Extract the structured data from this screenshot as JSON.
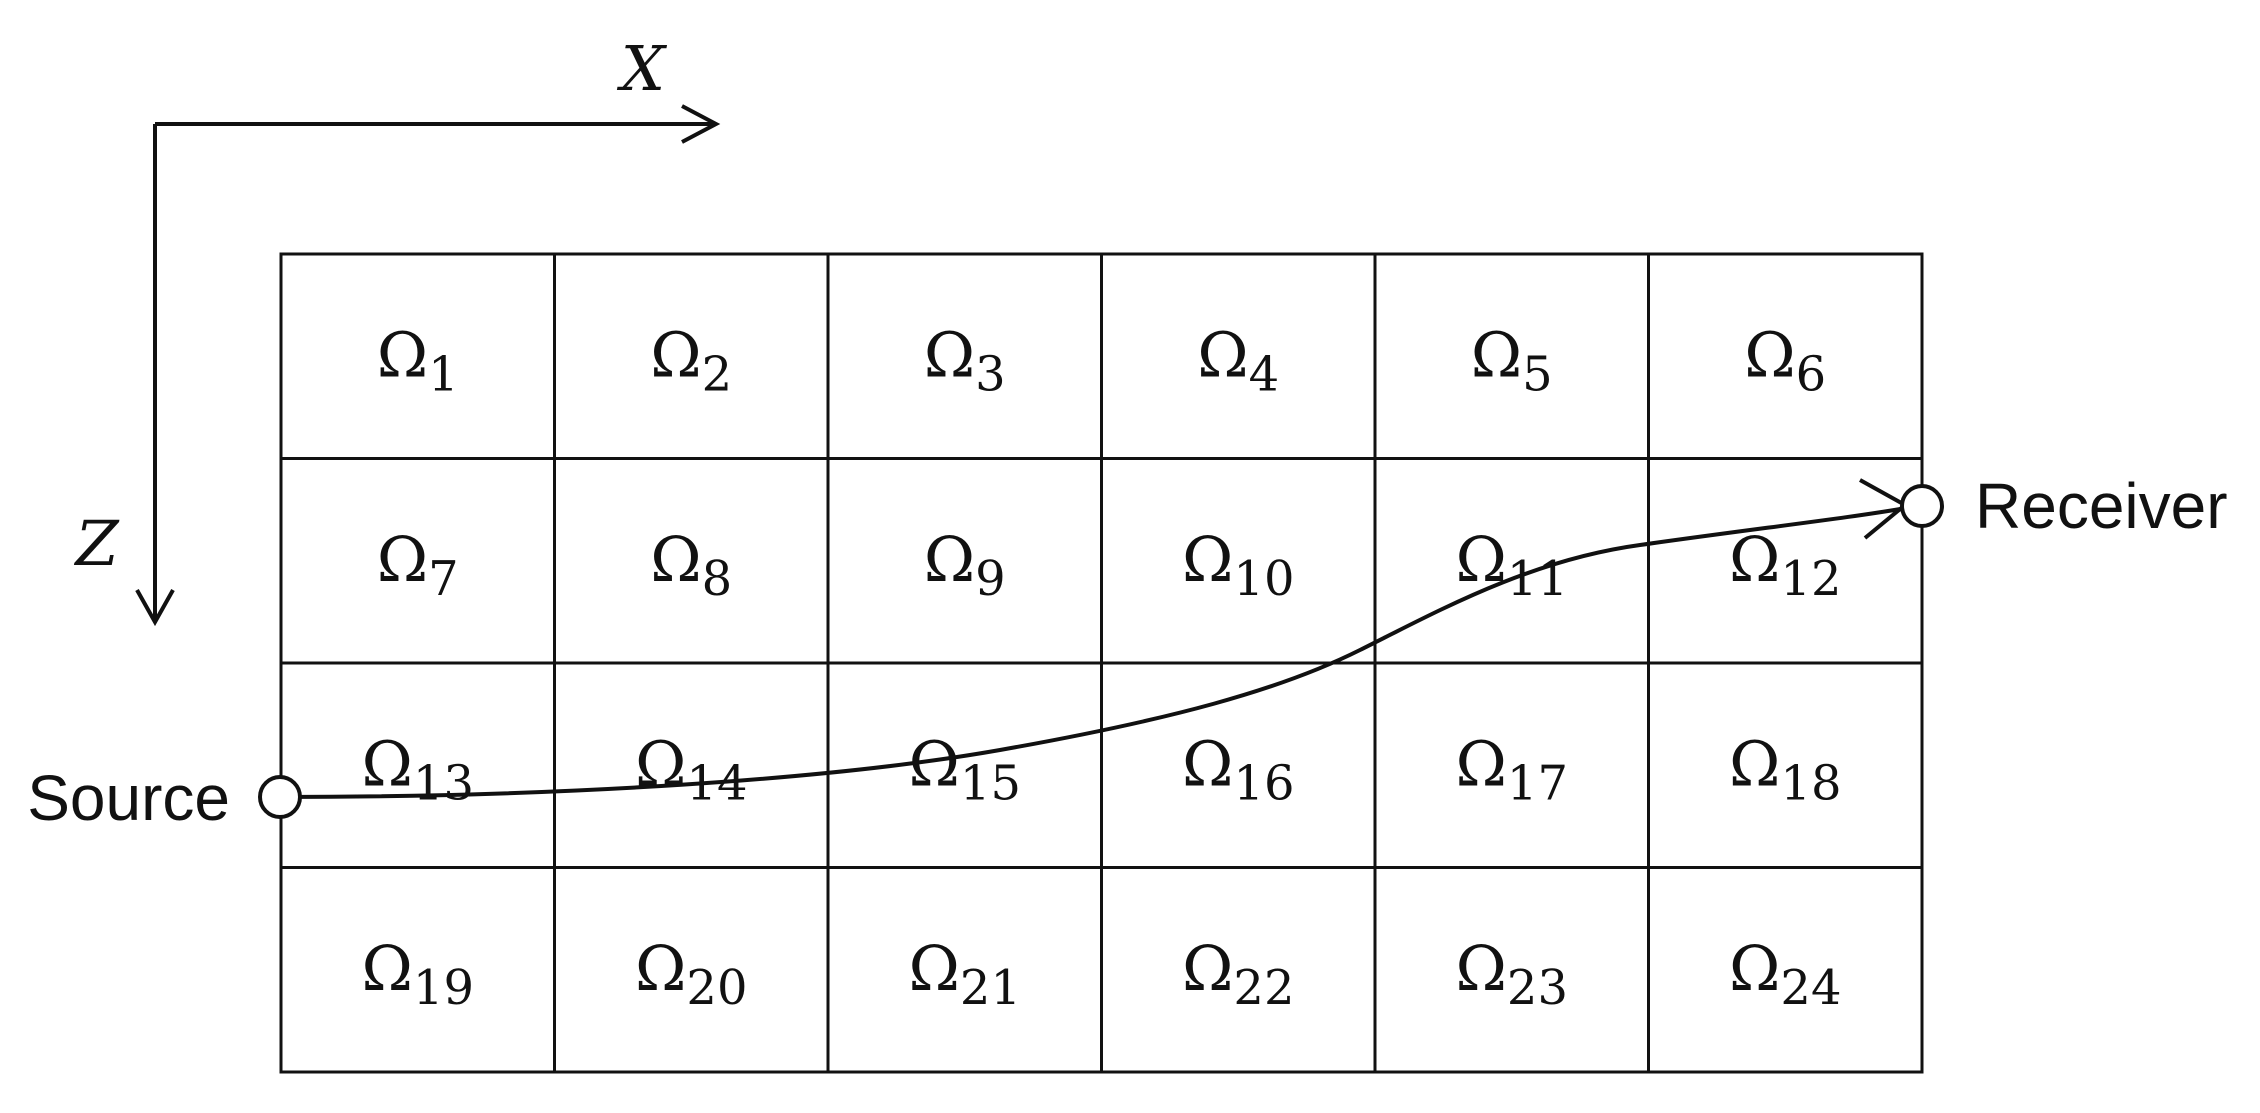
{
  "axes": {
    "x_label": "X",
    "z_label": "Z"
  },
  "grid": {
    "rows": 4,
    "cols": 6,
    "symbol": "Ω",
    "cells": [
      "1",
      "2",
      "3",
      "4",
      "5",
      "6",
      "7",
      "8",
      "9",
      "10",
      "11",
      "12",
      "13",
      "14",
      "15",
      "16",
      "17",
      "18",
      "19",
      "20",
      "21",
      "22",
      "23",
      "24"
    ]
  },
  "ray": {
    "source_label": "Source",
    "receiver_label": "Receiver"
  }
}
